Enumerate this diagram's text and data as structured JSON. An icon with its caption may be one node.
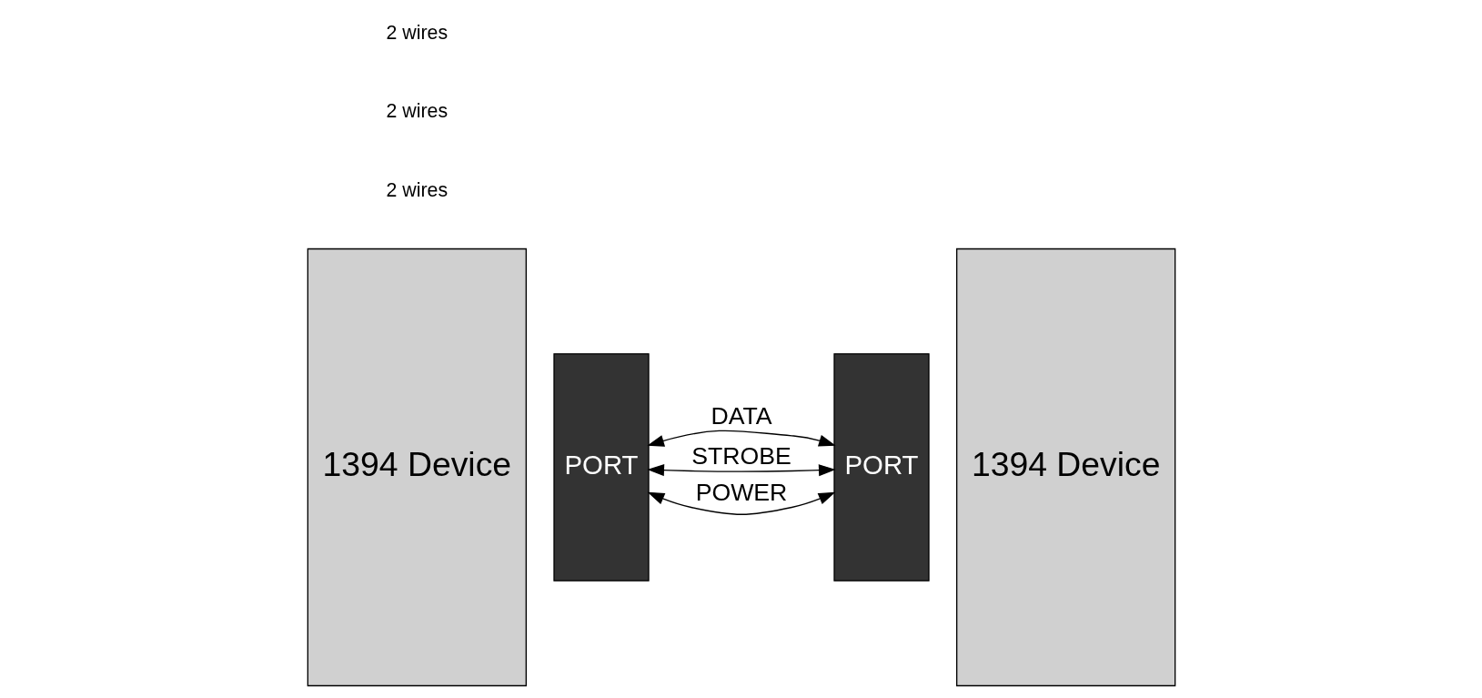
{
  "diagram": {
    "nodes": [
      {
        "text": [
          "1394 Device"
        ]
      },
      {
        "text": [
          "PORT"
        ]
      },
      {
        "text": [
          "PORT"
        ]
      },
      {
        "text": [
          "1394 Device"
        ]
      }
    ],
    "edges": [
      {
        "from": 1,
        "to": 2,
        "arrow": "both",
        "label": "DATA"
      },
      {
        "from": 1,
        "to": 2,
        "arrow": "both",
        "label": "STROBE"
      },
      {
        "from": 1,
        "to": 2,
        "arrow": "both",
        "label": "POWER"
      }
    ],
    "labels": [
      "2 wires",
      "2 wires",
      "2 wires"
    ]
  }
}
